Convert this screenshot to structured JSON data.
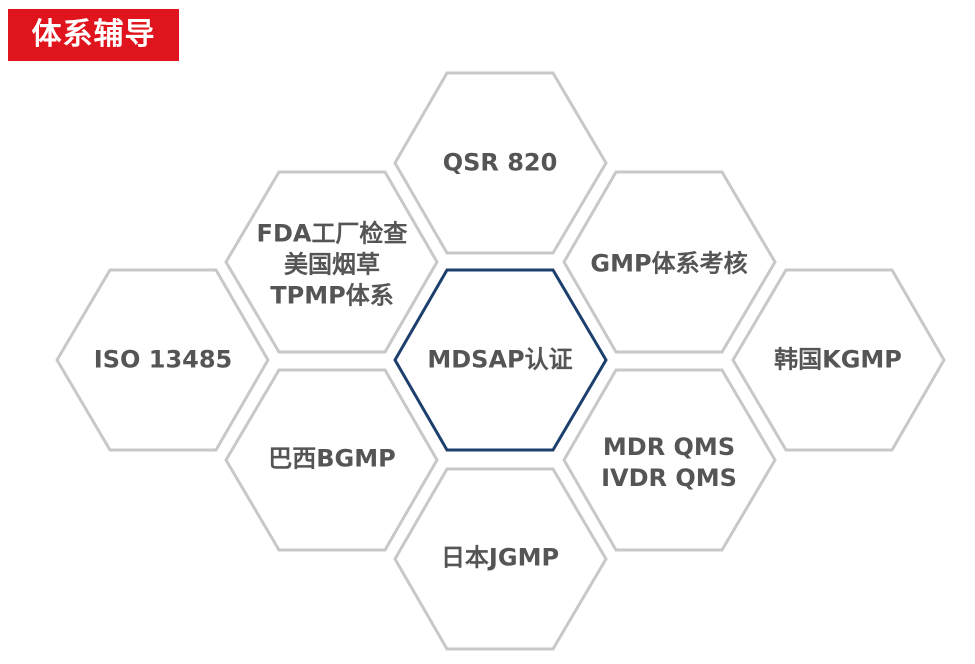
{
  "header": {
    "title": "体系辅导"
  },
  "hexagons": {
    "center": {
      "lines": [
        "MDSAP认证"
      ]
    },
    "top": {
      "lines": [
        "QSR 820"
      ]
    },
    "upper_left": {
      "lines": [
        "FDA工厂检查",
        "美国烟草",
        "TPMP体系"
      ]
    },
    "upper_right": {
      "lines": [
        "GMP体系考核"
      ]
    },
    "far_left": {
      "lines": [
        "ISO 13485"
      ]
    },
    "far_right": {
      "lines": [
        "韩国KGMP"
      ]
    },
    "lower_left": {
      "lines": [
        "巴西BGMP"
      ]
    },
    "lower_right": {
      "lines": [
        "MDR QMS",
        "IVDR QMS"
      ]
    },
    "bottom": {
      "lines": [
        "日本JGMP"
      ]
    }
  },
  "colors": {
    "header_bg": "#e0141c",
    "hex_border": "#c8c8c8",
    "center_border": "#1d3f6e",
    "text": "#555555"
  }
}
